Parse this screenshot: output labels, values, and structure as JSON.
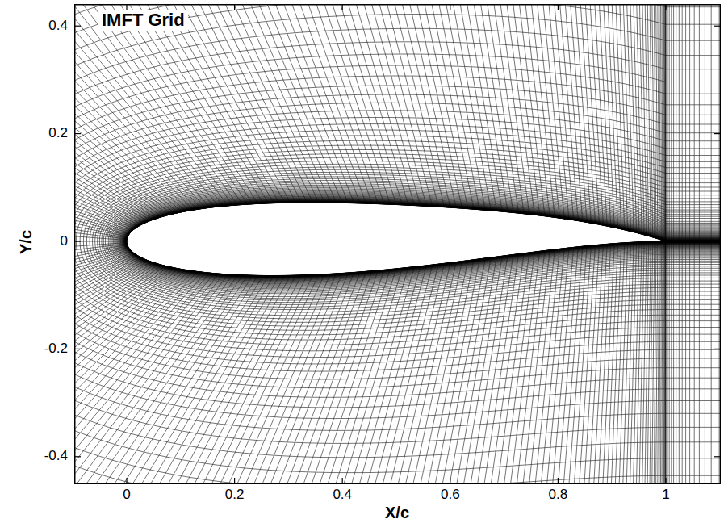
{
  "diagram": {
    "labels": [
      "IMFT Grid",
      "Y/c",
      "X/c",
      "0.4",
      "0.2",
      "0",
      "-0.2",
      "-0.4",
      "0",
      "0.2",
      "0.4",
      "0.6",
      "0.8",
      "1"
    ]
  }
}
